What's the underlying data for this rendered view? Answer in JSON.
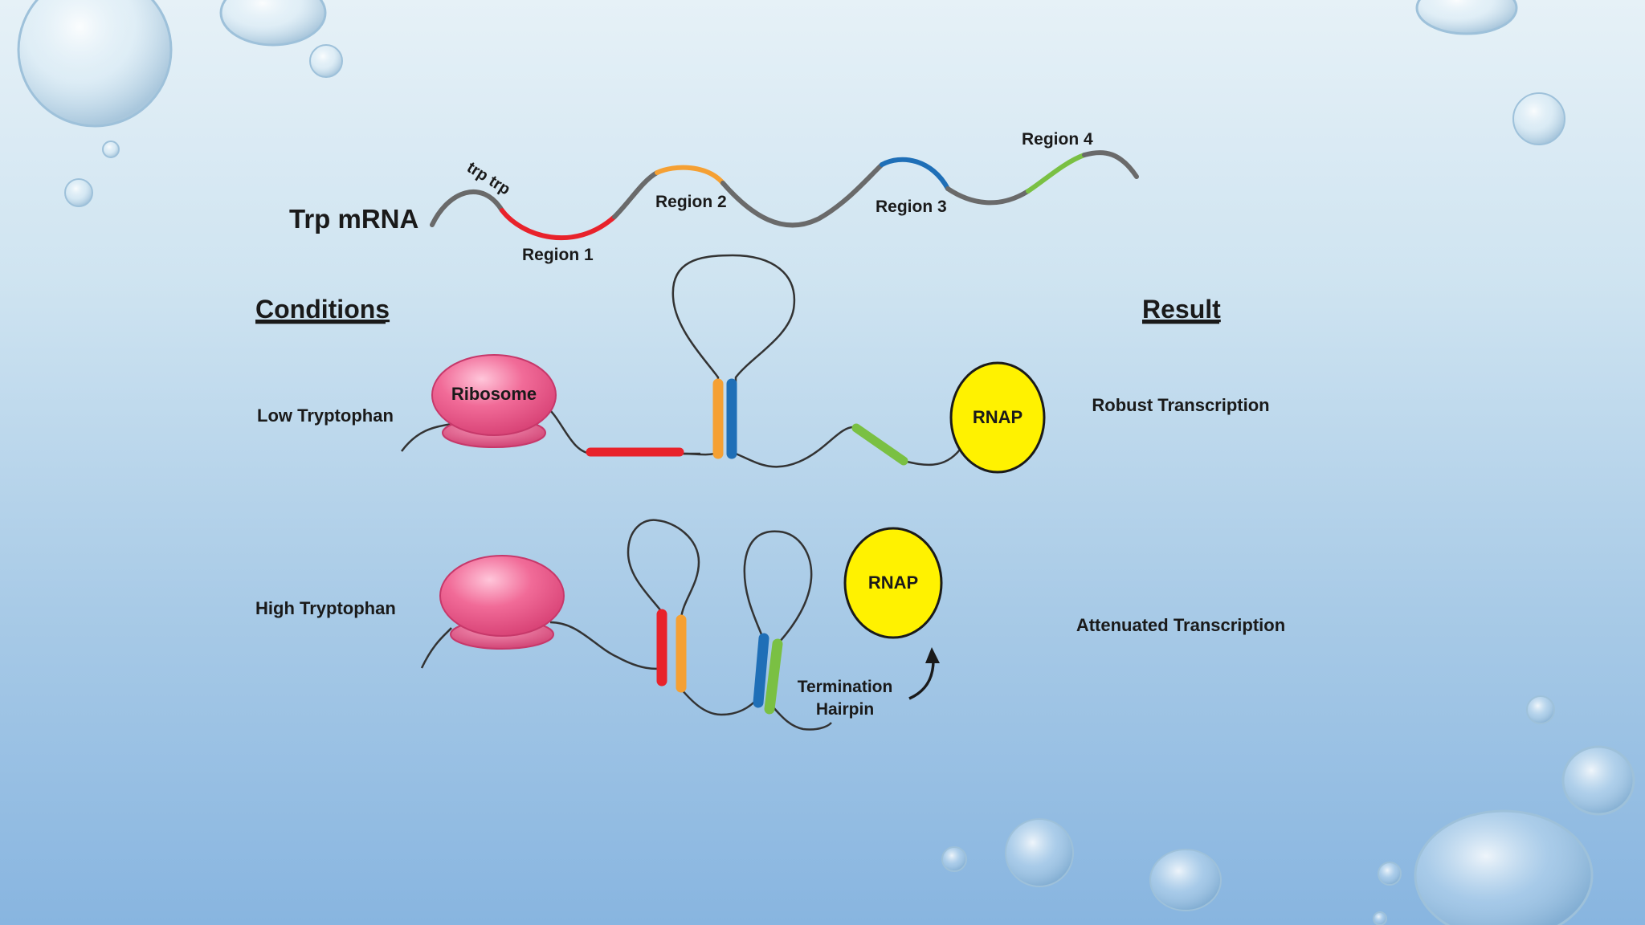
{
  "mrna": {
    "title": "Trp mRNA",
    "trp_label": "trp trp",
    "regions": [
      "Region 1",
      "Region 2",
      "Region 3",
      "Region 4"
    ]
  },
  "headers": {
    "conditions": "Conditions",
    "result": "Result"
  },
  "rows": [
    {
      "condition": "Low Tryptophan",
      "ribosome_label": "Ribosome",
      "polymerase_label": "RNAP",
      "result": "Robust Transcription"
    },
    {
      "condition": "High Tryptophan",
      "polymerase_label": "RNAP",
      "terminator_label_line1": "Termination",
      "terminator_label_line2": "Hairpin",
      "result": "Attenuated Transcription"
    }
  ],
  "colors": {
    "region1": "#e8222b",
    "region2": "#f5a033",
    "region3": "#1f6fb7",
    "region4": "#7ac043",
    "strand": "#6a6a6a",
    "ribosome": "#e85a8a",
    "rnap": "#fff200"
  }
}
